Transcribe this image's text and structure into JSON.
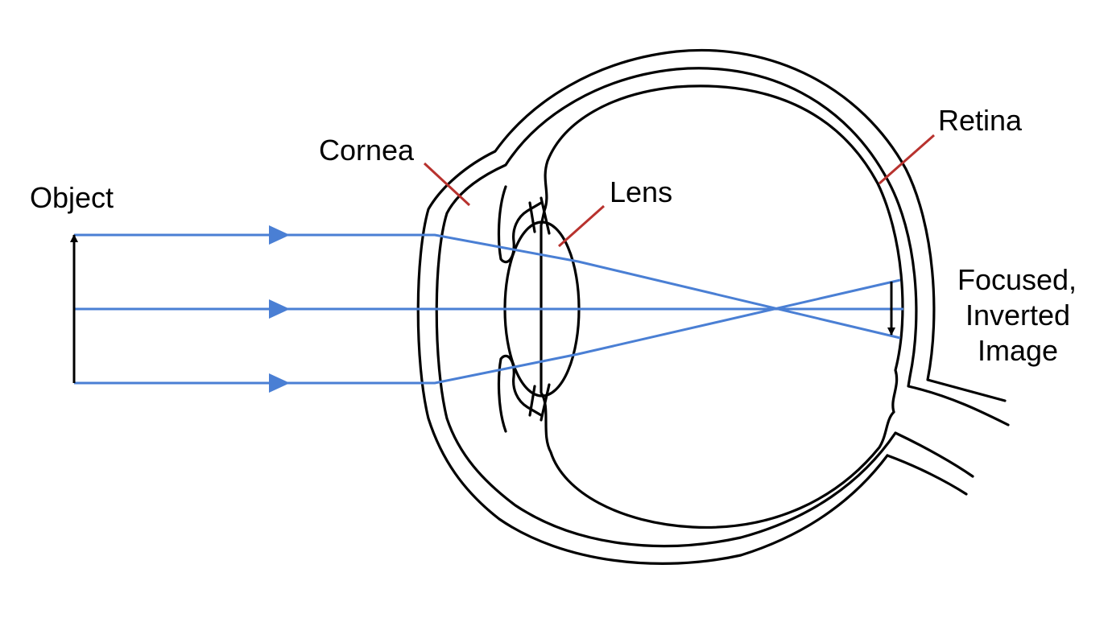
{
  "labels": {
    "object": "Object",
    "cornea": "Cornea",
    "lens": "Lens",
    "retina": "Retina",
    "image_line1": "Focused,",
    "image_line2": "Inverted",
    "image_line3": "Image"
  },
  "colors": {
    "ray": "#4a7fd4",
    "leader": "#b8322e",
    "outline": "#000000",
    "background": "#ffffff"
  }
}
